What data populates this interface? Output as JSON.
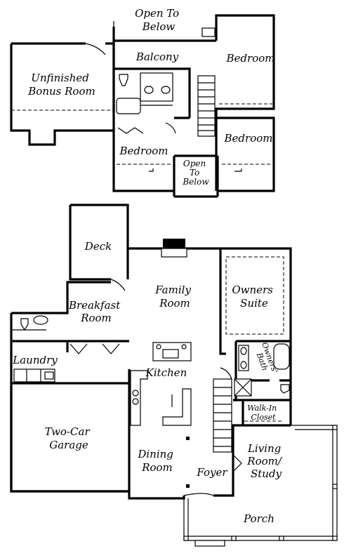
{
  "upper_floor": {
    "open_to_below_top": [
      "Open To",
      "Below"
    ],
    "balcony": "Balcony",
    "bedroom_ne": "Bedroom",
    "bonus_room": [
      "Unfinished",
      "Bonus Room"
    ],
    "bedroom_e": "Bedroom",
    "bedroom_w": "Bedroom",
    "open_to_below_mid": [
      "Open",
      "To",
      "Below"
    ]
  },
  "main_floor": {
    "deck": "Deck",
    "family_room": [
      "Family",
      "Room"
    ],
    "owners_suite": [
      "Owners",
      "Suite"
    ],
    "breakfast_room": [
      "Breakfast",
      "Room"
    ],
    "laundry": "Laundry",
    "kitchen": "Kitchen",
    "owners_bath": [
      "Owners'",
      "Bath"
    ],
    "walk_in_closet": [
      "Walk-In",
      "Closet"
    ],
    "garage": [
      "Two-Car",
      "Garage"
    ],
    "living_room": [
      "Living",
      "Room/",
      "Study"
    ],
    "dining_room": [
      "Dining",
      "Room"
    ],
    "foyer": "Foyer",
    "porch": "Porch"
  }
}
